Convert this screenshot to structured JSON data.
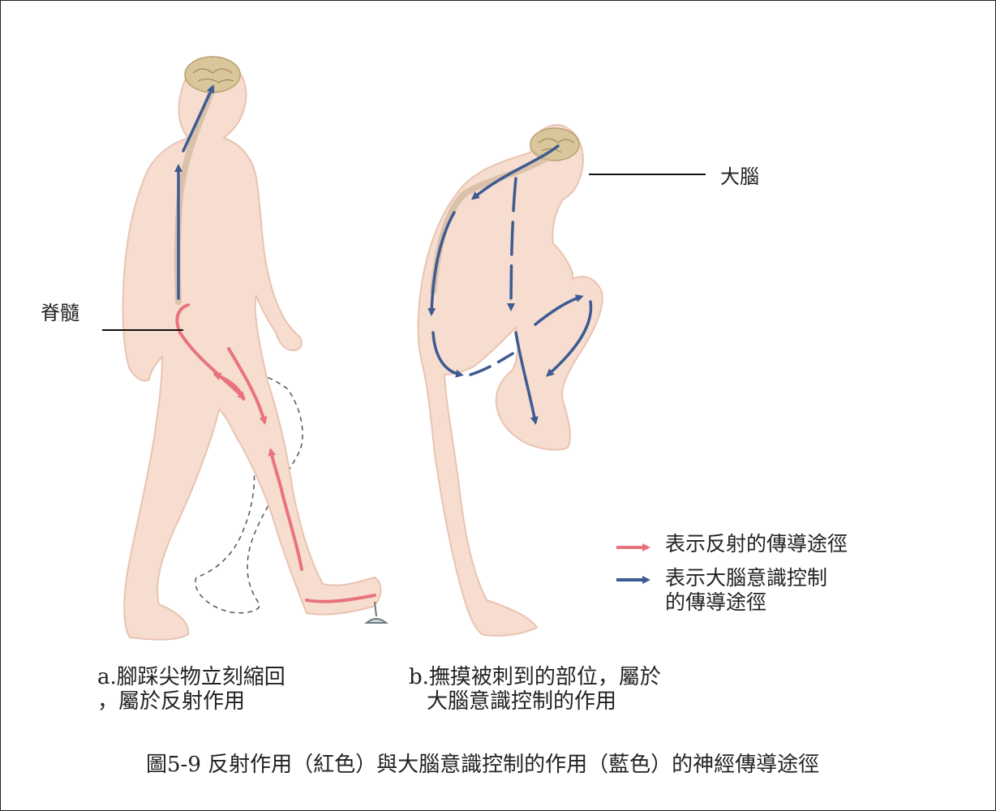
{
  "labels": {
    "spinal_cord": "脊髓",
    "brain": "大腦"
  },
  "legend": {
    "reflex": "表示反射的傳導途徑",
    "conscious_line1": "表示大腦意識控制",
    "conscious_line2": "的傳導途徑"
  },
  "captions": {
    "a_line1": "a.腳踩尖物立刻縮回",
    "a_line2": "，屬於反射作用",
    "b_line1": "b.撫摸被刺到的部位，屬於",
    "b_line2": "大腦意識控制的作用"
  },
  "figure_title": "圖5-9 反射作用（紅色）與大腦意識控制的作用（藍色）的神經傳導途徑",
  "colors": {
    "reflex": "#e8737d",
    "conscious": "#3d5b92",
    "skin": "#f7ddd0",
    "skin_edge": "#e9c3b1",
    "brain": "#d9c69a"
  }
}
